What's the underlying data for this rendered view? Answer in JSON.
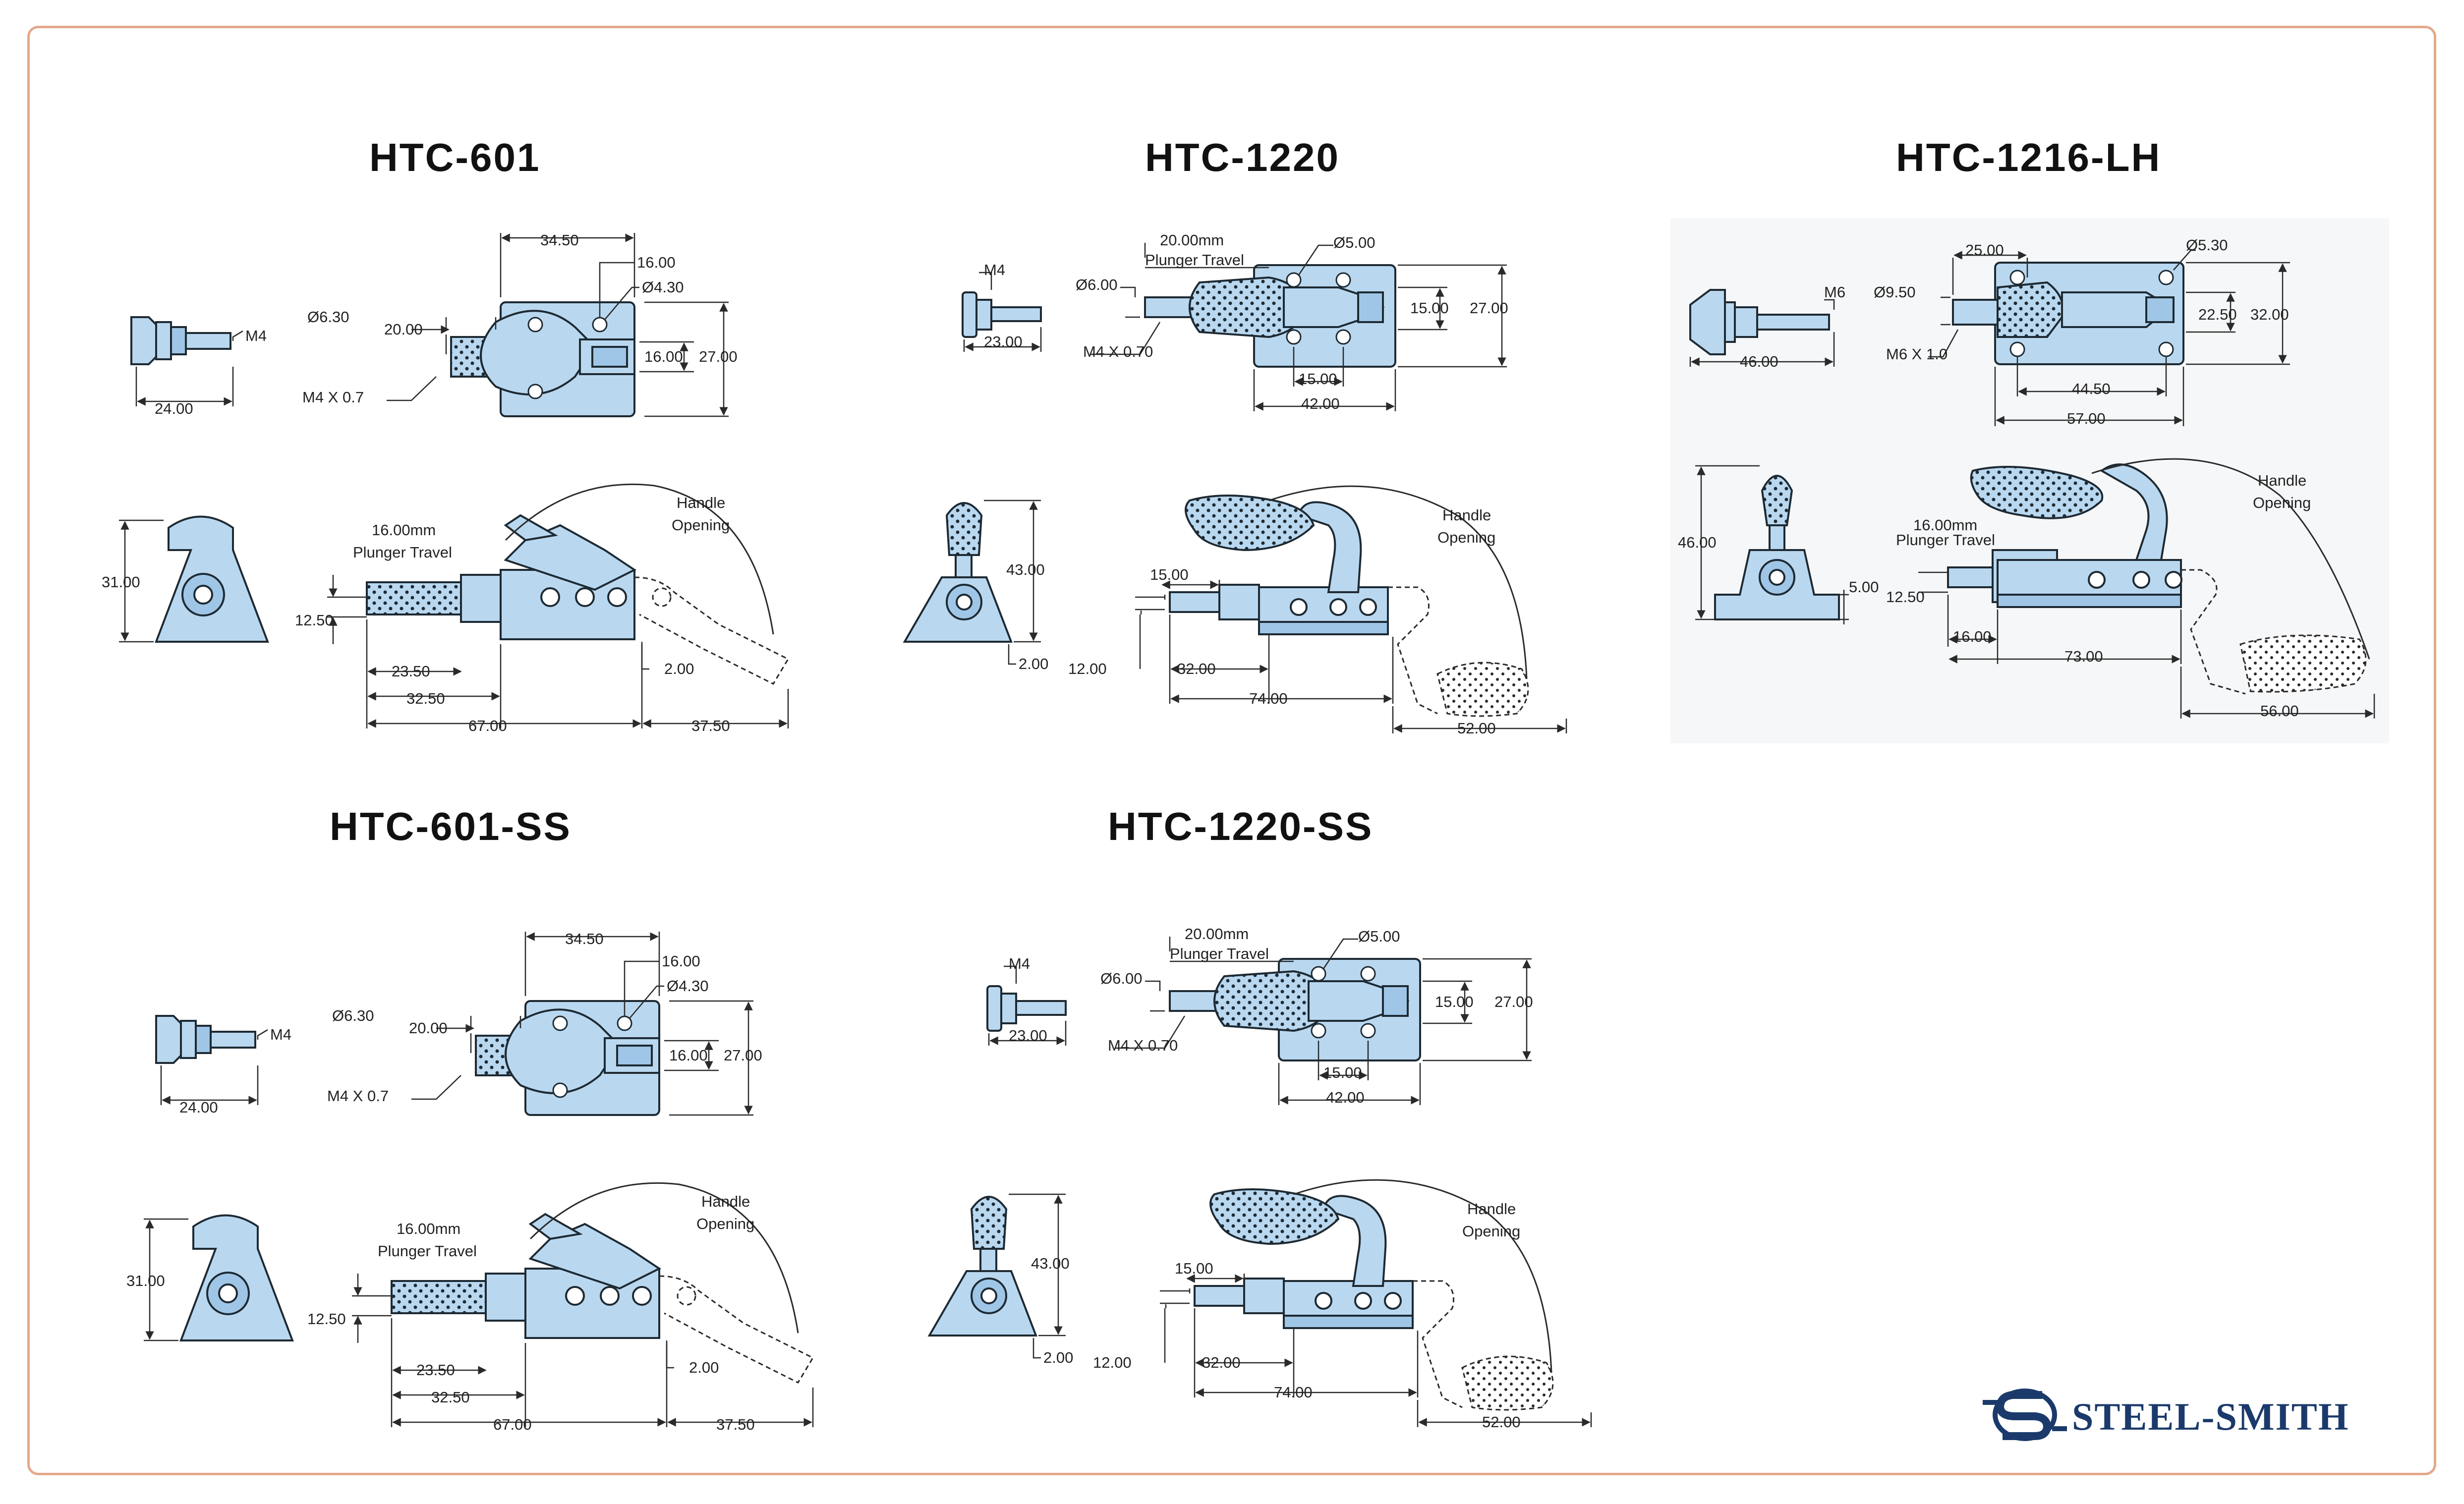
{
  "brand": {
    "name": "STEEL-SMITH",
    "color": "#1b3a6b",
    "logo_icon": "steel-smith-s-logo"
  },
  "colors": {
    "frame_border": "#e3a98a",
    "part_fill": "#b9d8f0",
    "part_shade": "#9fc6e6",
    "line": "#1e2a33"
  },
  "models": [
    {
      "title": "HTC-601",
      "top": {
        "thread": "M4",
        "bolt_length": "24.00",
        "w": "34.50",
        "dia_stem": "Ø6.30",
        "plunger": "20.00",
        "hole_off": "16.00",
        "dia_hole": "Ø4.30",
        "hole_pitch": "16.00",
        "height": "27.00",
        "thread_spec": "M4 X 0.7"
      },
      "side": {
        "base_height": "31.00",
        "travel_value": "16.00mm",
        "travel_label": "Plunger Travel",
        "opening_1": "Handle",
        "opening_2": "Opening",
        "plunger_h": "12.50",
        "d1": "23.50",
        "d2": "32.50",
        "total": "67.00",
        "handle": "37.50",
        "base_t": "2.00"
      }
    },
    {
      "title": "HTC-1220",
      "top": {
        "thread": "M4",
        "bolt_length": "23.00",
        "travel_value": "20.00mm",
        "travel_label": "Plunger Travel",
        "dia_hole": "Ø5.00",
        "dia_stem": "Ø6.00",
        "h_inner": "15.00",
        "height": "27.00",
        "thread_spec": "M4 X 0.70",
        "hole_pitch": "15.00",
        "w": "42.00"
      },
      "side": {
        "base_height": "43.00",
        "base_t": "2.00",
        "opening_1": "Handle",
        "opening_2": "Opening",
        "plunger": "15.00",
        "plunger_h": "12.00",
        "d1": "32.00",
        "total": "74.00",
        "handle": "52.00"
      }
    },
    {
      "title": "HTC-1216-LH",
      "top": {
        "thread": "M6",
        "bolt_length": "46.00",
        "plunger": "25.00",
        "dia_hole": "Ø5.30",
        "dia_stem": "Ø9.50",
        "h_inner": "22.50",
        "height": "32.00",
        "thread_spec": "M6 X 1.0",
        "hole_pitch": "44.50",
        "w": "57.00"
      },
      "side": {
        "base_height": "46.00",
        "base_t": "5.00",
        "opening_1": "Handle",
        "opening_2": "Opening",
        "travel_value": "16.00mm",
        "travel_label": "Plunger Travel",
        "plunger_h": "12.50",
        "d1": "16.00",
        "total": "73.00",
        "handle": "56.00"
      }
    },
    {
      "title": "HTC-601-SS",
      "top": {
        "thread": "M4",
        "bolt_length": "24.00",
        "w": "34.50",
        "dia_stem": "Ø6.30",
        "plunger": "20.00",
        "hole_off": "16.00",
        "dia_hole": "Ø4.30",
        "hole_pitch": "16.00",
        "height": "27.00",
        "thread_spec": "M4 X 0.7"
      },
      "side": {
        "base_height": "31.00",
        "travel_value": "16.00mm",
        "travel_label": "Plunger Travel",
        "opening_1": "Handle",
        "opening_2": "Opening",
        "plunger_h": "12.50",
        "d1": "23.50",
        "d2": "32.50",
        "total": "67.00",
        "handle": "37.50",
        "base_t": "2.00"
      }
    },
    {
      "title": "HTC-1220-SS",
      "top": {
        "thread": "M4",
        "bolt_length": "23.00",
        "travel_value": "20.00mm",
        "travel_label": "Plunger Travel",
        "dia_hole": "Ø5.00",
        "dia_stem": "Ø6.00",
        "h_inner": "15.00",
        "height": "27.00",
        "thread_spec": "M4 X 0.70",
        "hole_pitch": "15.00",
        "w": "42.00"
      },
      "side": {
        "base_height": "43.00",
        "base_t": "2.00",
        "opening_1": "Handle",
        "opening_2": "Opening",
        "plunger": "15.00",
        "plunger_h": "12.00",
        "d1": "32.00",
        "total": "74.00",
        "handle": "52.00"
      }
    }
  ]
}
